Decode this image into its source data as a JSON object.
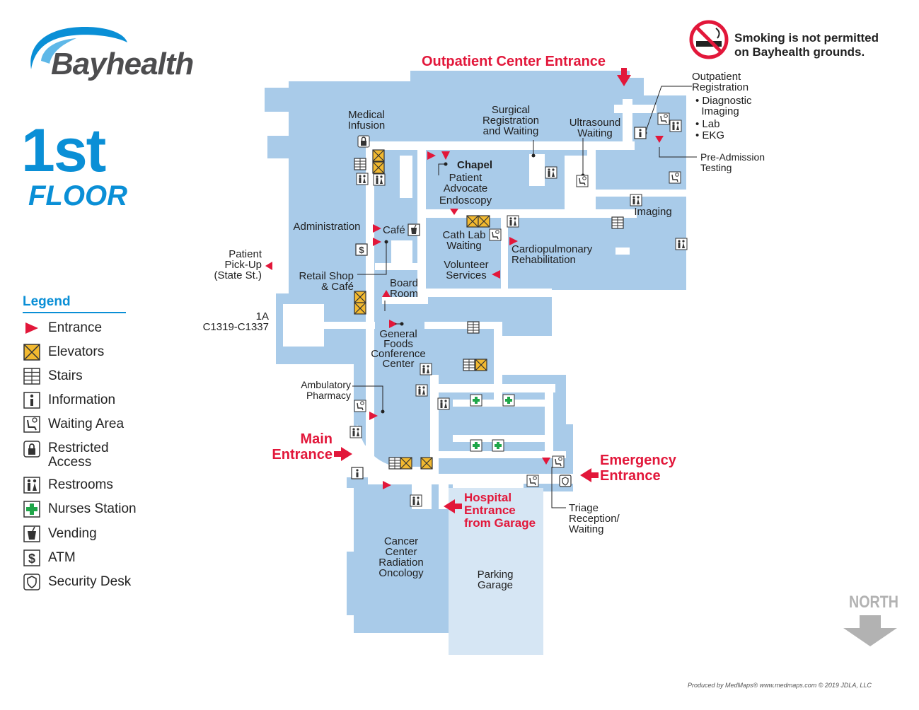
{
  "brand": {
    "name": "Bayhealth"
  },
  "floor": {
    "number": "1st",
    "word": "FLOOR"
  },
  "smoking_notice": "Smoking is not permitted\non Bayhealth grounds.",
  "entrances": {
    "outpatient": "Outpatient Center Entrance",
    "main": "Main\nEntrance",
    "emergency": "Emergency\nEntrance",
    "garage": "Hospital\nEntrance\nfrom Garage"
  },
  "rooms": {
    "medical_infusion": "Medical\nInfusion",
    "surgical": "Surgical\nRegistration\nand Waiting",
    "ultrasound": "Ultrasound\nWaiting",
    "outpatient_registration": "Outpatient\nRegistration",
    "reg_items": [
      "• Diagnostic\n  Imaging",
      "• Lab",
      "• EKG"
    ],
    "pre_admission": "Pre-Admission\nTesting",
    "chapel": "Chapel",
    "patient_advocate": "Patient\nAdvocate",
    "endoscopy": "Endoscopy",
    "imaging": "Imaging",
    "administration": "Administration",
    "cafe": "Café",
    "cath_lab": "Cath Lab\nWaiting",
    "cardio": "Cardiopulmonary\nRehabilitation",
    "patient_pickup": "Patient\nPick-Up\n(State St.)",
    "retail": "Retail Shop\n& Café",
    "board_room": "Board\nRoom",
    "volunteer": "Volunteer\nServices",
    "wing_1a": "1A\nC1319-C1337",
    "general_foods": "General\nFoods\nConference\nCenter",
    "ambulatory": "Ambulatory\nPharmacy",
    "triage": "Triage\nReception/\nWaiting",
    "cancer": "Cancer\nCenter\nRadiation\nOncology",
    "parking": "Parking\nGarage"
  },
  "legend": {
    "title": "Legend",
    "items": [
      {
        "icon": "entrance-icon",
        "label": "Entrance"
      },
      {
        "icon": "elevator-icon",
        "label": "Elevators"
      },
      {
        "icon": "stairs-icon",
        "label": "Stairs"
      },
      {
        "icon": "information-icon",
        "label": "Information"
      },
      {
        "icon": "waiting-area-icon",
        "label": "Waiting Area"
      },
      {
        "icon": "restricted-access-icon",
        "label": "Restricted\nAccess"
      },
      {
        "icon": "restrooms-icon",
        "label": "Restrooms"
      },
      {
        "icon": "nurses-station-icon",
        "label": "Nurses Station"
      },
      {
        "icon": "vending-icon",
        "label": "Vending"
      },
      {
        "icon": "atm-icon",
        "label": "ATM"
      },
      {
        "icon": "security-desk-icon",
        "label": "Security Desk"
      }
    ]
  },
  "north": "NORTH",
  "credit": "Produced by MedMaps® www.medmaps.com  © 2019 JDLA, LLC",
  "colors": {
    "building": "#a9cbe9",
    "garage": "#d6e6f4",
    "accent": "#e2173a",
    "brand_blue": "#0a8fd6",
    "elevator": "#f2b930",
    "nurses": "#1fa649"
  }
}
